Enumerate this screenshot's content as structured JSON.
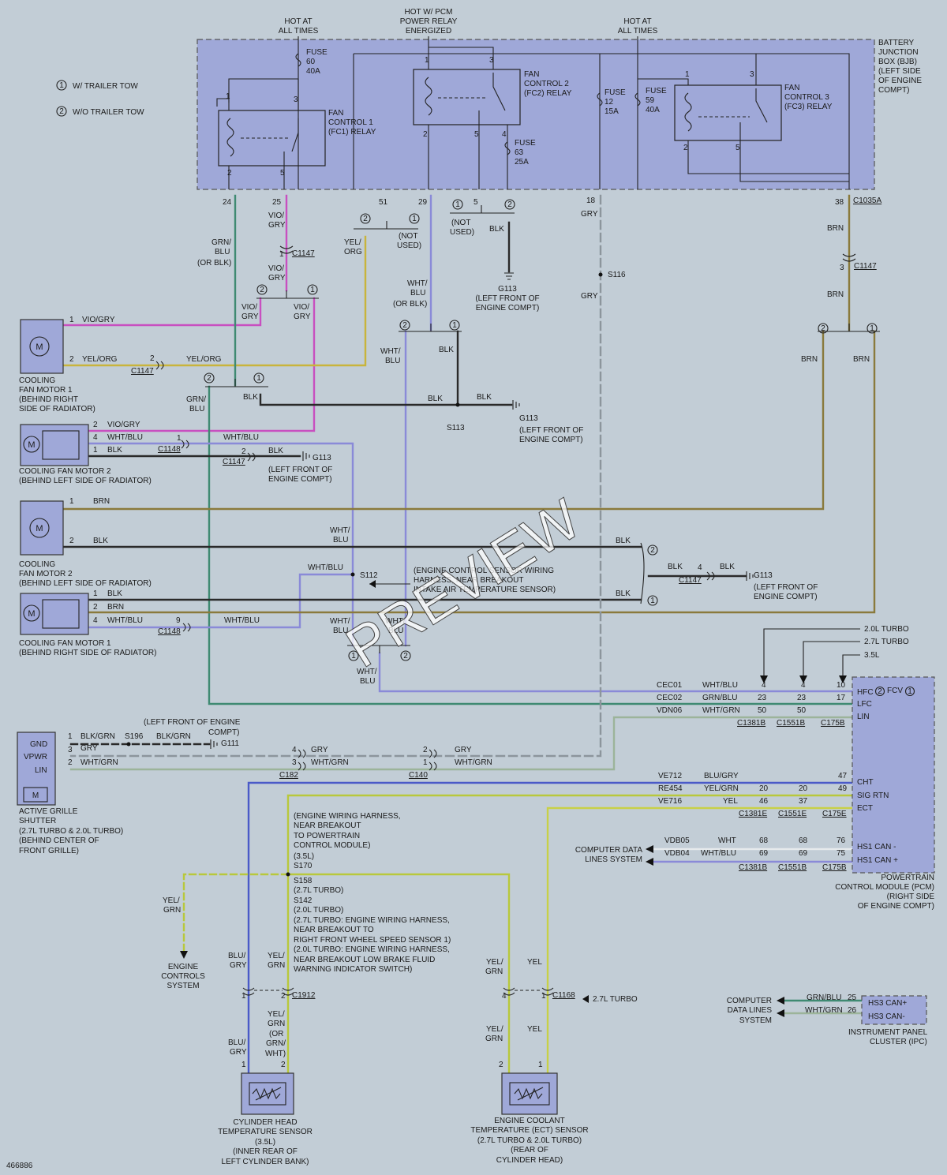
{
  "legend": {
    "one": "W/ TRAILER TOW",
    "two": "W/O TRAILER TOW"
  },
  "sources": {
    "hot1a": "HOT AT",
    "hot1b": "ALL TIMES",
    "pcm1": "HOT W/ PCM",
    "pcm2": "POWER RELAY",
    "pcm3": "ENERGIZED",
    "hot2a": "HOT AT",
    "hot2b": "ALL TIMES"
  },
  "bjb": [
    "BATTERY",
    "JUNCTION",
    "BOX (BJB)",
    "(LEFT SIDE",
    "OF ENGINE",
    "COMPT)"
  ],
  "fuses": {
    "f60": [
      "FUSE",
      "60",
      "40A"
    ],
    "f12": [
      "FUSE",
      "12",
      "15A"
    ],
    "f59": [
      "FUSE",
      "59",
      "40A"
    ],
    "f63": [
      "FUSE",
      "63",
      "25A"
    ]
  },
  "relays": {
    "fc1": [
      "FAN",
      "CONTROL 1",
      "(FC1) RELAY"
    ],
    "fc2": [
      "FAN",
      "CONTROL 2",
      "(FC2) RELAY"
    ],
    "fc3": [
      "FAN",
      "CONTROL 3",
      "(FC3) RELAY"
    ]
  },
  "pins": {
    "one": "1",
    "two": "2",
    "three": "3",
    "four": "4",
    "five": "5",
    "nine": "9",
    "p24": "24",
    "p25": "25",
    "p51": "51",
    "p29": "29",
    "p18": "18",
    "p38": "38",
    "p10": "10",
    "p17": "17",
    "p23": "23",
    "p50": "50",
    "p47": "47",
    "p49": "49",
    "p20": "20",
    "p46": "46",
    "p37": "37",
    "p76": "76",
    "p75": "75",
    "p68": "68",
    "p69": "69",
    "p25b": "25",
    "p26": "26"
  },
  "connectors": {
    "c1035a": "C1035A",
    "c1147": "C1147",
    "c1148": "C1148",
    "c1381b": "C1381B",
    "c1551b": "C1551B",
    "c175b": "C175B",
    "c1381e": "C1381E",
    "c1551e": "C1551E",
    "c175e": "C175E",
    "c182": "C182",
    "c140": "C140",
    "c1912": "C1912",
    "c1168": "C1168"
  },
  "colors": {
    "vio_gry": "VIO/GRY",
    "vio": "VIO/",
    "gry": "GRY",
    "yel_org": "YEL/ORG",
    "yel": "YEL/",
    "org": "ORG",
    "grn": "GRN/",
    "blu": "BLU",
    "or_blk": "(OR BLK)",
    "wht": "WHT/",
    "wht_blu": "WHT/BLU",
    "blk": "BLK",
    "brn": "BRN",
    "grn_blu": "GRN/BLU",
    "wht_grn": "WHT/GRN",
    "blk_grn": "BLK/GRN",
    "blu_gry": "BLU/GRY",
    "yel_grn": "YEL/GRN",
    "yelw": "YEL",
    "whtw": "WHT",
    "blu_": "BLU/",
    "grn_": "GRN",
    "or": "(OR",
    "whtp": "WHT)"
  },
  "notes": {
    "not_used": [
      "(NOT",
      "USED)"
    ],
    "g113a": [
      "G113",
      "(LEFT FRONT OF",
      "ENGINE COMPT)"
    ],
    "g113b": [
      "G113",
      "(LEFT FRONT OF",
      "ENGINE COMPT)"
    ],
    "g113c": [
      "G113",
      "(LEFT FRONT OF",
      "ENGINE COMPT)"
    ],
    "g113d": [
      "G113",
      "(LEFT FRONT OF",
      "ENGINE COMPT)"
    ],
    "g111": [
      "(LEFT FRONT OF ENGINE",
      "COMPT)",
      "G111"
    ],
    "s116": "S116",
    "s113": "S113",
    "s112": "S112",
    "s196": "S196",
    "s112_note": [
      "(ENGINE CONTROL SENSOR WIRING",
      "HARNESS, NEAR BREAKOUT",
      "INTAKE AIR TEMPERATURE SENSOR)"
    ],
    "splice_note": [
      "(ENGINE WIRING HARNESS,",
      "NEAR BREAKOUT",
      "TO POWERTRAIN",
      "CONTROL MODULE)",
      "(3.5L)",
      "S170",
      "S158",
      "(2.7L TURBO)",
      "S142",
      "(2.0L TURBO)",
      "(2.7L TURBO: ENGINE WIRING HARNESS,",
      "NEAR BREAKOUT TO",
      "RIGHT FRONT WHEEL SPEED SENSOR 1)",
      "(2.0L TURBO: ENGINE WIRING HARNESS,",
      "NEAR BREAKOUT LOW BRAKE FLUID",
      "WARNING INDICATOR SWITCH)"
    ],
    "engine_ctrl": [
      "ENGINE",
      "CONTROLS",
      "SYSTEM"
    ],
    "cdl": [
      "COMPUTER DATA",
      "LINES SYSTEM"
    ],
    "cdl2": [
      "COMPUTER",
      "DATA LINES",
      "SYSTEM"
    ],
    "turbo": "2.7L TURBO",
    "variants": [
      "2.0L TURBO",
      "2.7L TURBO",
      "3.5L"
    ]
  },
  "motors": {
    "m1a": [
      "COOLING",
      "FAN MOTOR 1",
      "(BEHIND RIGHT",
      "SIDE OF RADIATOR)"
    ],
    "m2a": [
      "COOLING FAN MOTOR 2",
      "(BEHIND LEFT SIDE OF RADIATOR)"
    ],
    "m2b": [
      "COOLING",
      "FAN MOTOR 2",
      "(BEHIND LEFT SIDE OF RADIATOR)"
    ],
    "m1b": [
      "COOLING FAN MOTOR 1",
      "(BEHIND RIGHT SIDE OF RADIATOR)"
    ]
  },
  "grille": {
    "pins": [
      "GND",
      "VPWR",
      "LIN"
    ],
    "name": [
      "ACTIVE GRILLE",
      "SHUTTER",
      "(2.7L TURBO & 2.0L TURBO)",
      "(BEHIND CENTER OF",
      "FRONT GRILLE)"
    ]
  },
  "pcm": {
    "pins": [
      "HFC",
      "FCV",
      "LFC",
      "LIN",
      "CHT",
      "SIG RTN",
      "ECT",
      "HS1 CAN -",
      "HS1 CAN +"
    ],
    "name": [
      "POWERTRAIN",
      "CONTROL MODULE (PCM)",
      "(RIGHT SIDE",
      "OF ENGINE COMPT)"
    ],
    "circuits": [
      "CEC01",
      "CEC02",
      "VDN06",
      "VE712",
      "RE454",
      "VE716",
      "VDB05",
      "VDB04"
    ]
  },
  "ipc": {
    "pins": [
      "HS3 CAN+",
      "HS3 CAN-"
    ],
    "name": [
      "INSTRUMENT PANEL",
      "CLUSTER (IPC)"
    ]
  },
  "sensors": {
    "cht": [
      "CYLINDER HEAD",
      "TEMPERATURE SENSOR",
      "(3.5L)",
      "(INNER REAR OF",
      "LEFT CYLINDER BANK)"
    ],
    "ect": [
      "ENGINE COOLANT",
      "TEMPERATURE (ECT) SENSOR",
      "(2.7L TURBO & 2.0L TURBO)",
      "(REAR OF",
      "CYLINDER HEAD)"
    ]
  },
  "wire_colors": {
    "vio_gry": "#c84fc0",
    "yel_org": "#c8b43c",
    "grn_blu": "#3f8a72",
    "wht_blu": "#8a8ad8",
    "blk": "#2a2a2a",
    "brn": "#8a7a3c",
    "gry": "#8c959c",
    "wht_grn": "#9cb49a",
    "blu_gry": "#4a5ac8",
    "yel_grn": "#b8c83c",
    "yel": "#c8d048",
    "blk_grn": "#2f5a3a",
    "wht": "#e6eaec"
  },
  "footer": {
    "id": "466886"
  },
  "watermark": "PREVIEW"
}
